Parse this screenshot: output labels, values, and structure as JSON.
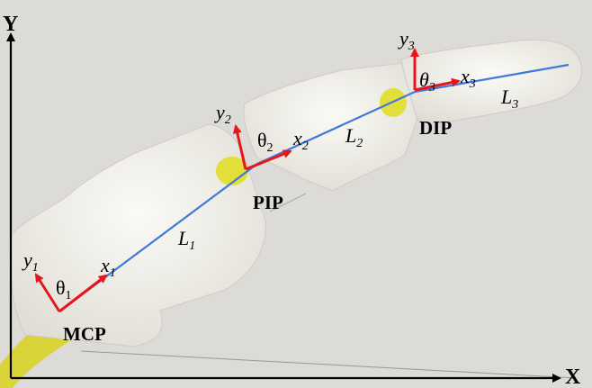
{
  "axes": {
    "x_label": "X",
    "y_label": "Y"
  },
  "joints": {
    "mcp": "MCP",
    "pip": "PIP",
    "dip": "DIP"
  },
  "frames": [
    {
      "x": "x",
      "x_sub": "1",
      "y": "y",
      "y_sub": "1",
      "theta": "θ",
      "theta_sub": "1"
    },
    {
      "x": "x",
      "x_sub": "2",
      "y": "y",
      "y_sub": "2",
      "theta": "θ",
      "theta_sub": "2"
    },
    {
      "x": "x",
      "x_sub": "3",
      "y": "y",
      "y_sub": "3",
      "theta": "θ",
      "theta_sub": "3"
    }
  ],
  "links": [
    {
      "name": "L",
      "sub": "1"
    },
    {
      "name": "L",
      "sub": "2"
    },
    {
      "name": "L",
      "sub": "3"
    }
  ],
  "colors": {
    "frame_arrow": "#e8151a",
    "link_line": "#3f7ad8",
    "joint": "#e2df3a",
    "finger": "#f2f1ec",
    "background": "#dcdbd8"
  }
}
